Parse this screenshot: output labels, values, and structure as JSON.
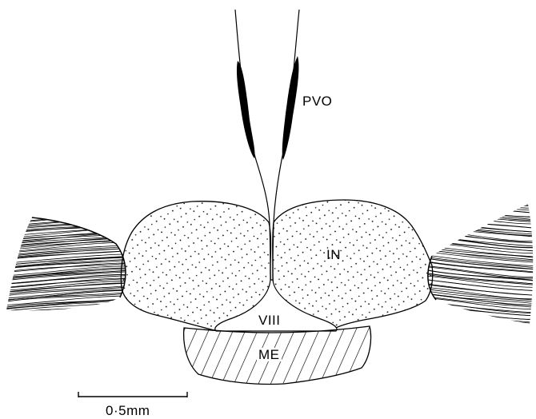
{
  "labels": {
    "pvo": "PVO",
    "in": "IN",
    "viii": "VIII",
    "me": "ME",
    "scale": "0·5mm"
  },
  "colors": {
    "ink": "#000000",
    "background": "#ffffff"
  }
}
